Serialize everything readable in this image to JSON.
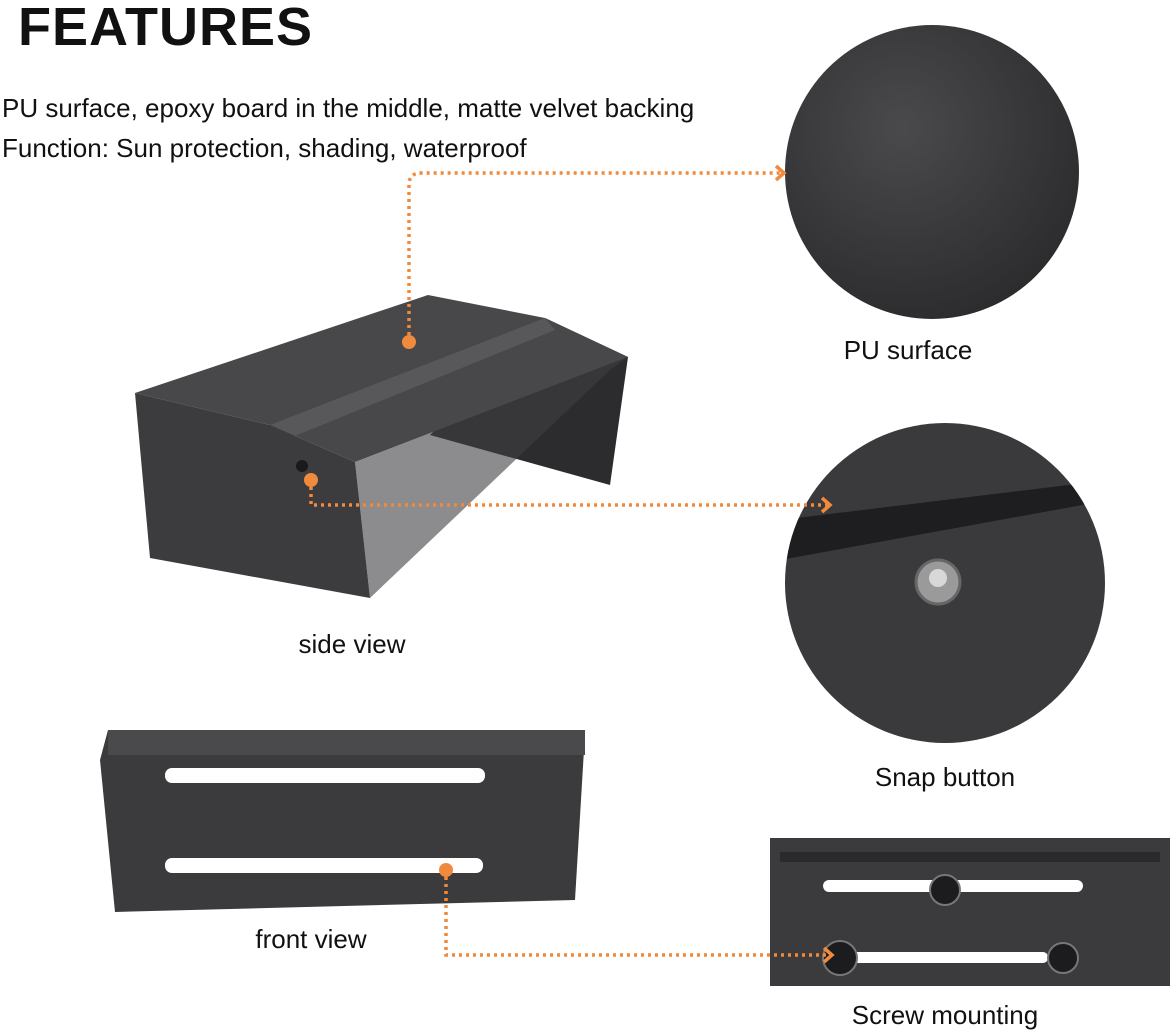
{
  "title": "FEATURES",
  "description": {
    "line1": "PU surface, epoxy board in the middle, matte velvet backing",
    "line2": "Function: Sun protection, shading, waterproof"
  },
  "captions": {
    "pu_surface": "PU surface",
    "snap_button": "Snap button",
    "side_view": "side view",
    "front_view": "front view",
    "screw_mounting": "Screw mounting"
  },
  "colors": {
    "accent": "#f08a3c",
    "product": "#3a3a3c"
  }
}
